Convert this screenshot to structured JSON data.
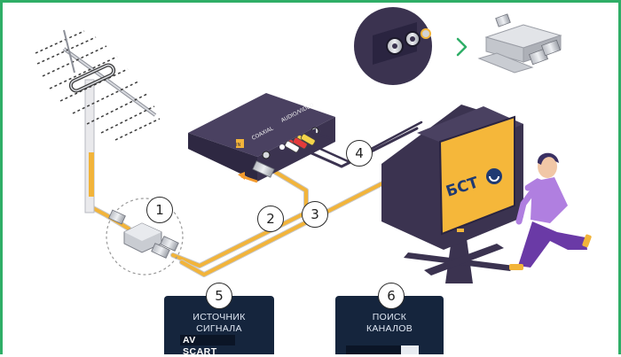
{
  "diagram": {
    "steps": [
      {
        "number": "1",
        "target": "antenna splitter"
      },
      {
        "number": "2",
        "target": "coaxial cable to receiver"
      },
      {
        "number": "3",
        "target": "coaxial cable to TV"
      },
      {
        "number": "4",
        "target": "audio/video cable to TV"
      },
      {
        "number": "5",
        "target": "signal source menu"
      },
      {
        "number": "6",
        "target": "channel search menu"
      }
    ],
    "receiver": {
      "coaxial_label": "COAXIAL",
      "audio_video_label": "AUDIO/VIDEO",
      "in_label": "IN"
    },
    "tv": {
      "logo_text": "БСТ"
    },
    "menu_signal_source": {
      "title": "ИСТОЧНИК\nСИГНАЛА",
      "options": [
        "AV",
        "SCART"
      ],
      "selected": "AV"
    },
    "menu_channel_search": {
      "title": "ПОИСК\nКАНАЛОВ"
    },
    "colors": {
      "border_accent": "#2fae67",
      "cable": "#f2b43a",
      "device_dark": "#3b3350",
      "screen": "#f5b73a",
      "panel": "#15253d",
      "chevron": "#2fae67"
    },
    "icons": [
      "antenna",
      "splitter",
      "receiver",
      "tv",
      "person",
      "chevron-right",
      "connector-closeup",
      "splitter-closeup"
    ]
  }
}
